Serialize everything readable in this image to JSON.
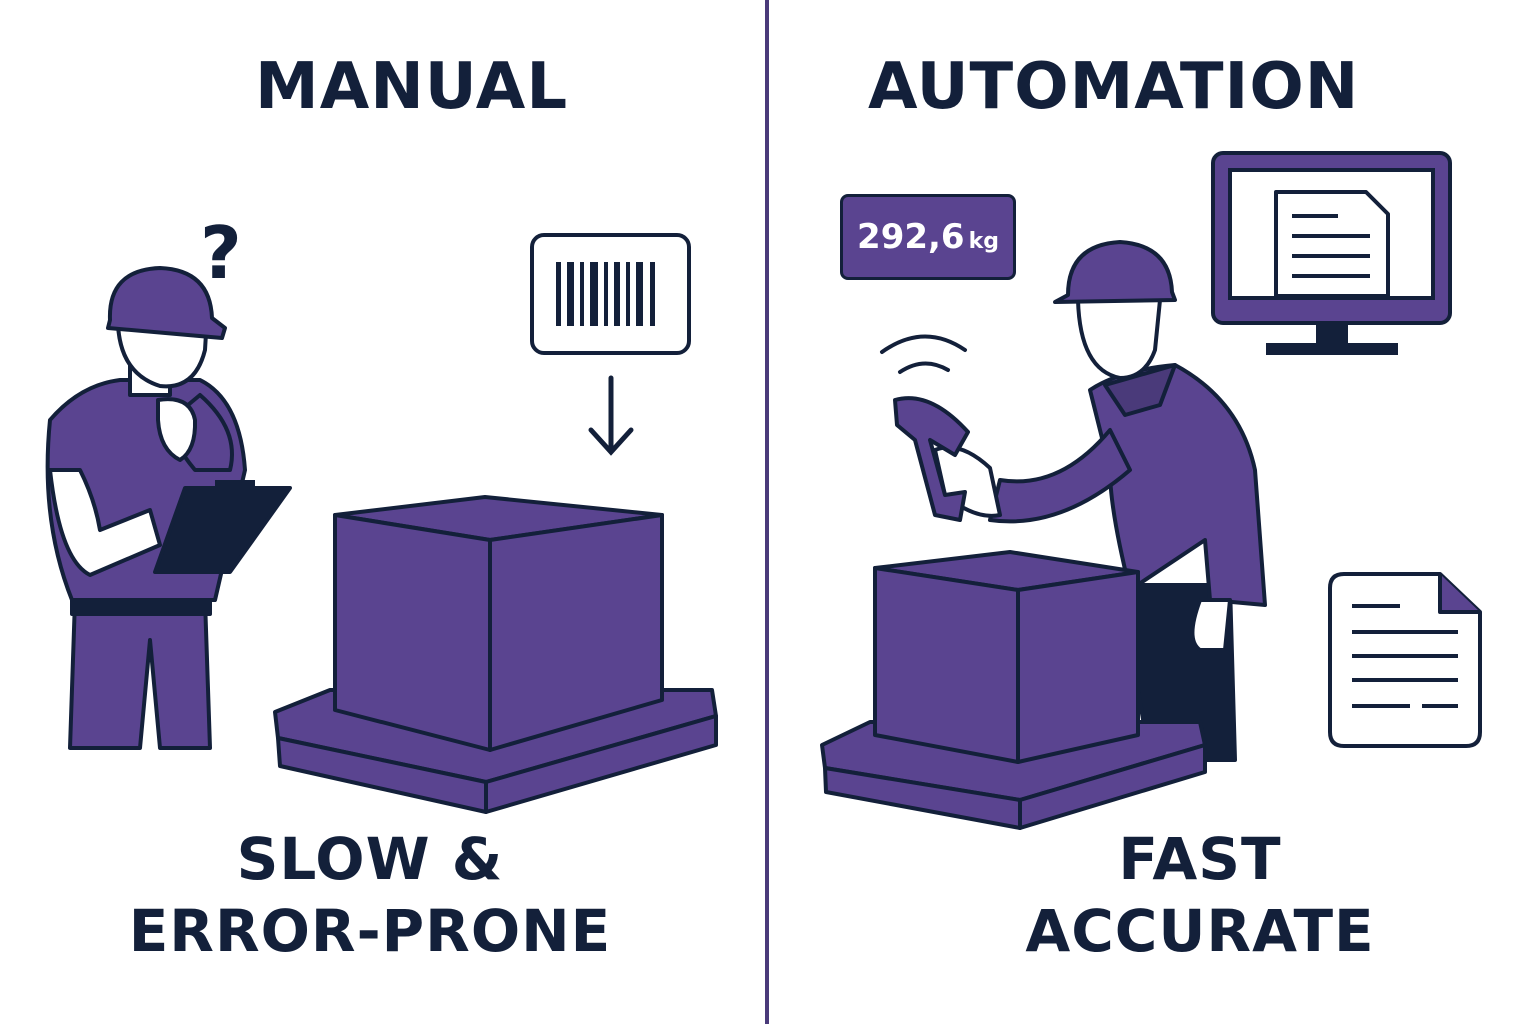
{
  "left_panel": {
    "heading": "MANUAL",
    "caption_line1": "SLOW &",
    "caption_line2": "ERROR-PRONE",
    "question_mark": "?"
  },
  "right_panel": {
    "heading": "AUTOMATION",
    "caption_line1": "FAST",
    "caption_line2": "ACCURATE",
    "weight_value": "292,6",
    "weight_unit": "kg"
  },
  "colors": {
    "accent": "#5a4490",
    "ink": "#13203a",
    "divider": "#4a3a7a",
    "background": "#ffffff"
  },
  "icons": [
    "hard-hat-icon",
    "question-mark-icon",
    "clipboard-icon",
    "barcode-icon",
    "arrow-down-icon",
    "box-icon",
    "pallet-scale-icon",
    "barcode-scanner-icon",
    "monitor-icon",
    "document-icon"
  ]
}
